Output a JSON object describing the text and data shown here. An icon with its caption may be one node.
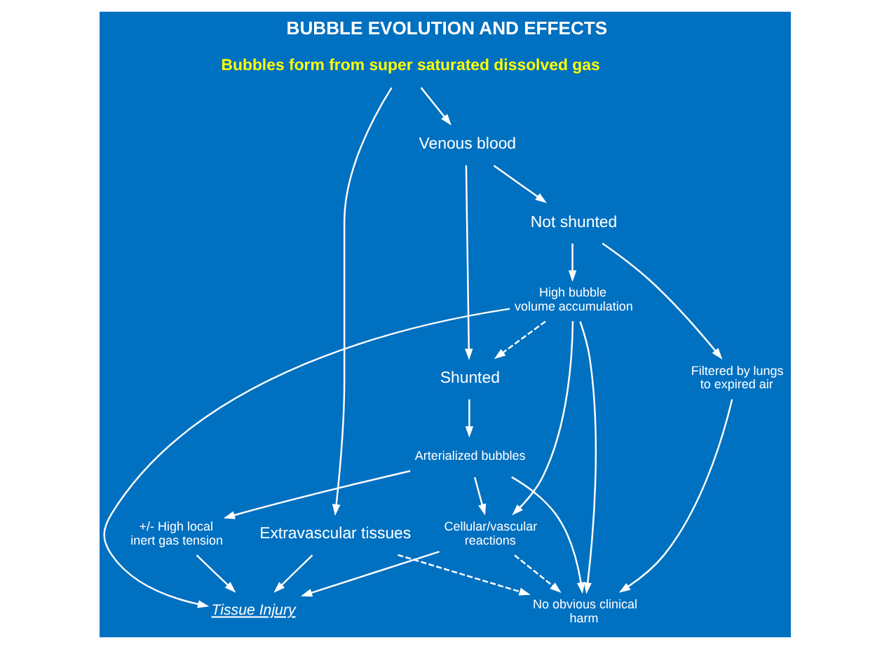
{
  "diagram": {
    "title": "BUBBLE EVOLUTION AND EFFECTS",
    "nodes": [
      {
        "text": [
          "Bubbles form from super saturated dissolved gas"
        ]
      },
      {
        "text": [
          "Extravascular tissues"
        ]
      },
      {
        "text": [
          "Venous blood"
        ]
      },
      {
        "text": [
          "Shunted"
        ]
      },
      {
        "text": [
          "Not shunted"
        ]
      },
      {
        "text": [
          "High bubble volume accumulation"
        ]
      },
      {
        "text": [
          "Arterialized bubbles"
        ]
      },
      {
        "text": [
          "Cellular/vascular reactions"
        ]
      },
      {
        "text": [
          "+/- High local inert gas tension"
        ]
      },
      {
        "text": [
          "Filtered by lungs to expired air"
        ]
      },
      {
        "text": [
          "Tissue Injury"
        ]
      },
      {
        "text": [
          "No obvious clinical harm"
        ]
      }
    ],
    "edges": [
      {
        "from": 0,
        "to": 1,
        "arrow": "to"
      },
      {
        "from": 0,
        "to": 2,
        "arrow": "to"
      },
      {
        "from": 2,
        "to": 3,
        "arrow": "to"
      },
      {
        "from": 2,
        "to": 4,
        "arrow": "to"
      },
      {
        "from": 4,
        "to": 5,
        "arrow": "to"
      },
      {
        "from": 5,
        "to": 3,
        "arrow": "to",
        "style": "dashed"
      },
      {
        "from": 3,
        "to": 6,
        "arrow": "to"
      },
      {
        "from": 6,
        "to": 7,
        "arrow": "to"
      },
      {
        "from": 5,
        "to": 7,
        "arrow": "to"
      },
      {
        "from": 6,
        "to": 8,
        "arrow": "to"
      },
      {
        "from": 4,
        "to": 9,
        "arrow": "to"
      },
      {
        "from": 8,
        "to": 10,
        "arrow": "to"
      },
      {
        "from": 7,
        "to": 10,
        "arrow": "to"
      },
      {
        "from": 1,
        "to": 10,
        "arrow": "to"
      },
      {
        "from": 5,
        "to": 10,
        "arrow": "to"
      },
      {
        "from": 7,
        "to": 11,
        "arrow": "to",
        "style": "dashed"
      },
      {
        "from": 5,
        "to": 11,
        "arrow": "to"
      },
      {
        "from": 9,
        "to": 11,
        "arrow": "to"
      },
      {
        "from": 6,
        "to": 11,
        "arrow": "to"
      },
      {
        "from": 1,
        "to": 11,
        "arrow": "to",
        "style": "dashed"
      }
    ]
  }
}
